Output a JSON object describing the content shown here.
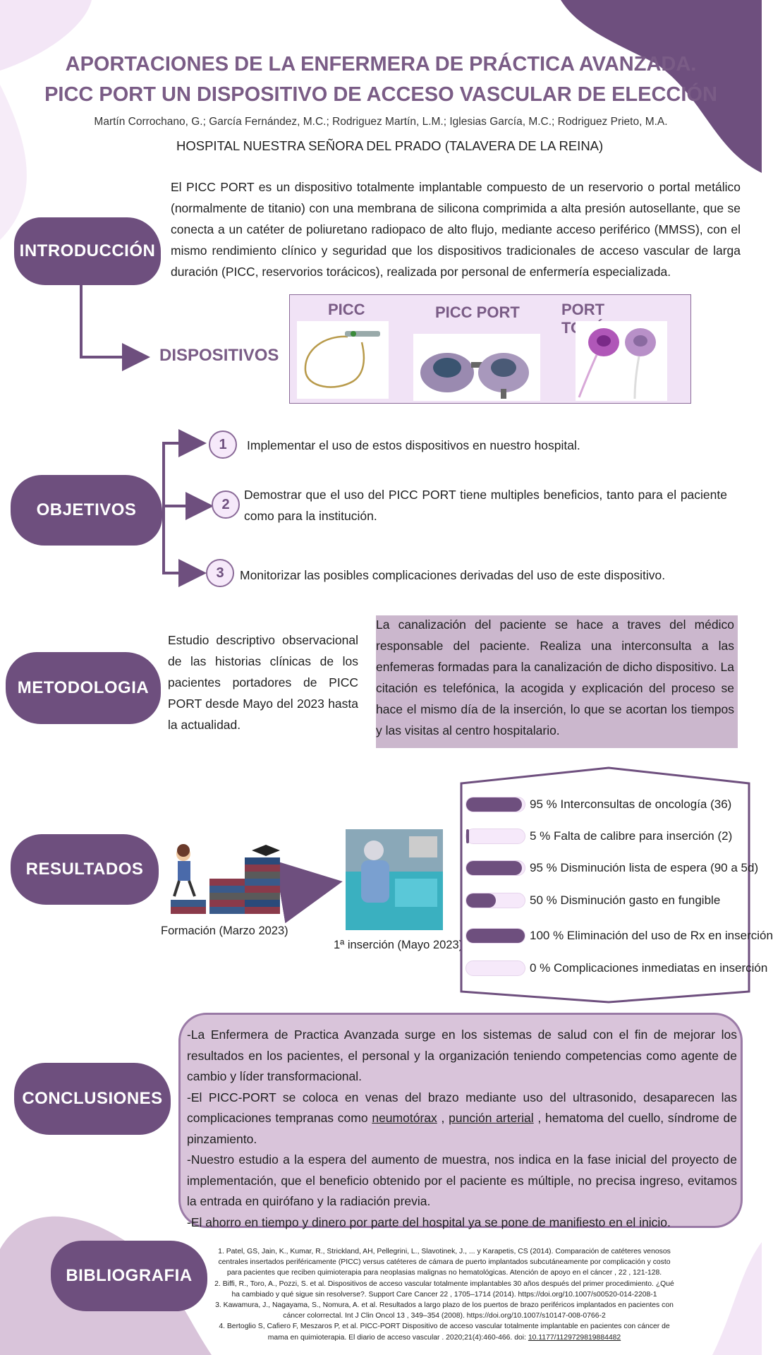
{
  "title_line1": "APORTACIONES DE LA ENFERMERA DE PRÁCTICA AVANZADA.",
  "title_line2": "PICC PORT UN DISPOSITIVO DE ACCESO VASCULAR DE ELECCIÓN",
  "authors": "Martín Corrochano, G.; García Fernández, M.C.; Rodriguez Martín, L.M.; Iglesias García, M.C.; Rodriguez Prieto, M.A.",
  "hospital": "HOSPITAL NUESTRA SEÑORA DEL PRADO (TALAVERA DE LA REINA)",
  "sections": {
    "introduccion": "INTRODUCCIÓN",
    "objetivos": "OBJETIVOS",
    "metodologia": "METODOLOGIA",
    "resultados": "RESULTADOS",
    "conclusiones": "CONCLUSIONES",
    "bibliografia": "BIBLIOGRAFIA"
  },
  "intro_text": "El PICC PORT es un dispositivo totalmente implantable compuesto de un reservorio o portal metálico (normalmente de titanio) con una membrana de silicona comprimida a alta presión autosellante, que se conecta a un catéter de poliuretano radiopaco de alto flujo, mediante acceso periférico (MMSS), con el mismo rendimiento clínico y seguridad que los dispositivos tradicionales de acceso vascular de larga duración (PICC, reservorios torácicos), realizada por personal de enfermería especializada.",
  "dispositivos": {
    "label": "DISPOSITIVOS",
    "items": [
      "PICC",
      "PICC PORT",
      "PORT TORÁCICO"
    ]
  },
  "objetivos": [
    {
      "num": "1",
      "text": "Implementar el uso de estos dispositivos en nuestro hospital."
    },
    {
      "num": "2",
      "text": "Demostrar que el uso del PICC PORT tiene multiples beneficios, tanto para el paciente como para la institución."
    },
    {
      "num": "3",
      "text": "Monitorizar las posibles complicaciones derivadas del uso de este dispositivo."
    }
  ],
  "metodologia": {
    "left": "Estudio descriptivo observacional de las historias clínicas de los pacientes portadores de PICC PORT desde Mayo del  2023 hasta la actualidad.",
    "right": "La canalización del paciente se hace a traves del médico responsable del paciente. Realiza una interconsulta a las enfemeras formadas para la canalización de dicho dispositivo. La citación es telefónica, la acogida y explicación del proceso se hace el mismo día de la inserción, lo que se acortan los tiempos y las visitas al centro hospitalario."
  },
  "resultados": {
    "caption_formacion": "Formación (Marzo 2023)",
    "caption_insercion": "1ª inserción (Mayo 2023)",
    "bars": [
      {
        "percent": 95,
        "label": "95 %  Interconsultas de oncología (36)"
      },
      {
        "percent": 5,
        "label": "5 %  Falta de calibre para inserción (2)"
      },
      {
        "percent": 95,
        "label": "95 %  Disminución lista de espera (90 a 5d)"
      },
      {
        "percent": 50,
        "label": "50 %  Disminución gasto en fungible"
      },
      {
        "percent": 100,
        "label": "100 % Eliminación del uso de Rx en inserción"
      },
      {
        "percent": 0,
        "label": "0 %  Complicaciones inmediatas en inserción"
      }
    ]
  },
  "conclusiones": {
    "p1": "-La Enfermera de Practica Avanzada surge en los sistemas de salud con el fin de mejorar los resultados en los pacientes, el personal y la organización teniendo competencias como agente de cambio y líder transformacional.",
    "p2_a": "-El PICC-PORT se coloca en venas del brazo mediante uso del ultrasonido, desaparecen las complicaciones tempranas como ",
    "p2_u1": "neumotórax",
    "p2_b": " , ",
    "p2_u2": "punción arterial",
    "p2_c": " , hematoma del cuello, síndrome de pinzamiento.",
    "p3": "-Nuestro estudio a la espera del aumento de muestra, nos indica en la fase inicial del proyecto de implementación, que el beneficio obtenido por el paciente es múltiple, no precisa ingreso, evitamos la entrada en quirófano y la radiación previa.",
    "p4": "-El ahorro en tiempo y dinero por parte del hospital ya se pone de manifiesto en el inicio."
  },
  "bibliografia": [
    "1. Patel, GS, Jain, K., Kumar, R., Strickland, AH, Pellegrini, L., Slavotinek, J., ... y Karapetis, CS (2014). Comparación de catéteres venosos centrales insertados periféricamente (PICC) versus catéteres de cámara de puerto implantados subcutáneamente por complicación y costo para pacientes que reciben quimioterapia para neoplasias malignas no hematológicas. Atención de apoyo en el cáncer , 22 , 121-128.",
    "2. Biffi, R., Toro, A., Pozzi, S. et al. Dispositivos de acceso vascular totalmente implantables 30 años después del primer procedimiento. ¿Qué ha cambiado y qué sigue sin resolverse?. Support Care Cancer 22 , 1705–1714 (2014). https://doi.org/10.1007/s00520-014-2208-1",
    "3. Kawamura, J., Nagayama, S., Nomura, A. et al. Resultados a largo plazo de los puertos de brazo periféricos implantados en pacientes con cáncer colorrectal. Int J Clin Oncol 13 , 349–354 (2008). https://doi.org/10.1007/s10147-008-0766-2",
    "4. Bertoglio S, Cafiero F, Meszaros P, et al. PICC-PORT Dispositivo de acceso vascular totalmente implantable en pacientes con cáncer de mama en quimioterapia. El diario de acceso vascular . 2020;21(4):460-466. doi: "
  ],
  "bib_doi": "10.1177/1129729819884482",
  "colors": {
    "accent": "#6e4f7e",
    "light": "#f1e3f6",
    "title": "#7a5c86",
    "box": "#cbb7cd"
  }
}
